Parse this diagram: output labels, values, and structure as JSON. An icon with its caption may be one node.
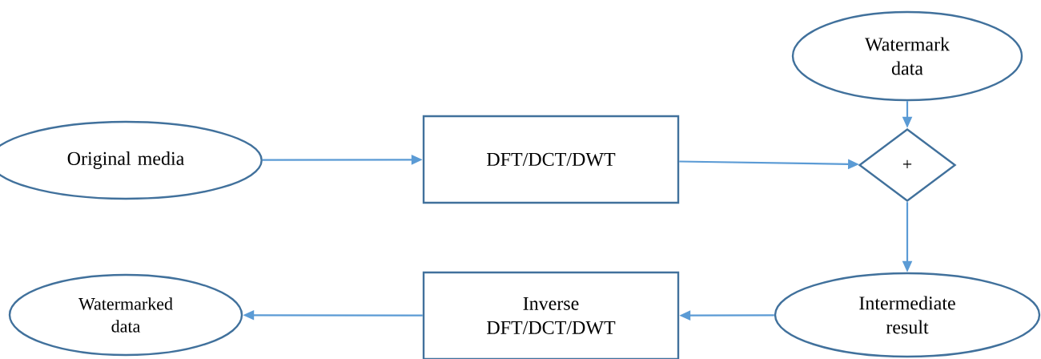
{
  "diagram": {
    "nodes": [
      {
        "text": [
          "Original media"
        ]
      },
      {
        "text": [
          "DFT/DCT/DWT"
        ]
      },
      {
        "text": [
          "Watermark data"
        ]
      },
      {
        "text": [
          "+"
        ]
      },
      {
        "text": [
          "Intermediate result"
        ]
      },
      {
        "text": [
          "Inverse DFT/DCT/DWT"
        ]
      },
      {
        "text": [
          "Watermarked data"
        ]
      }
    ],
    "edges": [
      {
        "from": 0,
        "to": 1,
        "arrow": "to"
      },
      {
        "from": 1,
        "to": 3,
        "arrow": "to"
      },
      {
        "from": 2,
        "to": 3,
        "arrow": "to"
      },
      {
        "from": 3,
        "to": 4,
        "arrow": "to"
      },
      {
        "from": 4,
        "to": 5,
        "arrow": "to"
      },
      {
        "from": 5,
        "to": 6,
        "arrow": "to"
      }
    ]
  }
}
